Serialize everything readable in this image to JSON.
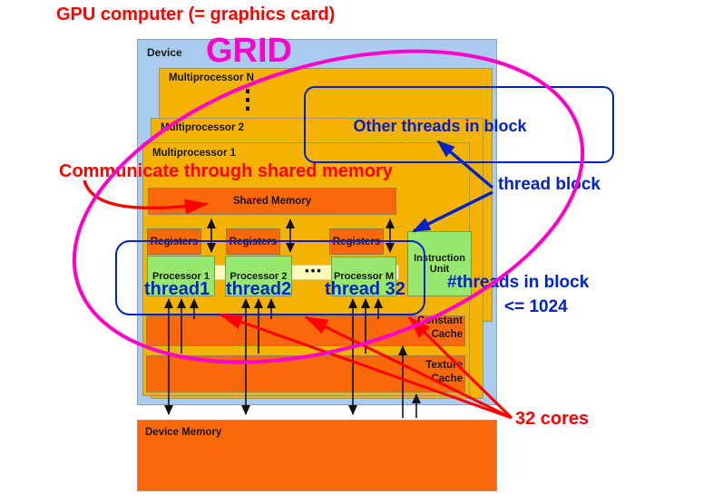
{
  "title": "GPU computer (= graphics card)",
  "grid_label": "GRID",
  "device": {
    "label": "Device",
    "multiprocessors": [
      "Multiprocessor N",
      "Multiprocessor 2",
      "Multiprocessor 1"
    ],
    "stack_ellipsis": "⋮",
    "shared_memory": "Shared Memory",
    "registers": [
      "Registers",
      "Registers",
      "Registers"
    ],
    "processors": [
      "Processor 1",
      "Processor 2",
      "Processor M"
    ],
    "processor_ellipsis": "•••",
    "instruction_unit": "Instruction Unit",
    "constant_cache": "Constant Cache",
    "texture_cache": "Texture Cache"
  },
  "device_memory": "Device Memory",
  "annotations": {
    "communicate": "Communicate through shared memory",
    "other_threads": "Other threads in block",
    "thread_block": "thread block",
    "thread_labels": [
      "thread1",
      "thread2",
      "thread 32"
    ],
    "threads_in_block": "#threads in block",
    "threads_limit": "<= 1024",
    "cores": "32 cores"
  },
  "colors": {
    "title_red": "#FF0000",
    "magenta": "#FF00CC",
    "annotation_blue": "#0021CE",
    "device_fill": "#A8CBEE",
    "multiprocessor_fill": "#F3B300",
    "memory_orange": "#F9690A",
    "processor_green": "#98E76F",
    "band_yellow": "#FFFCB8"
  }
}
